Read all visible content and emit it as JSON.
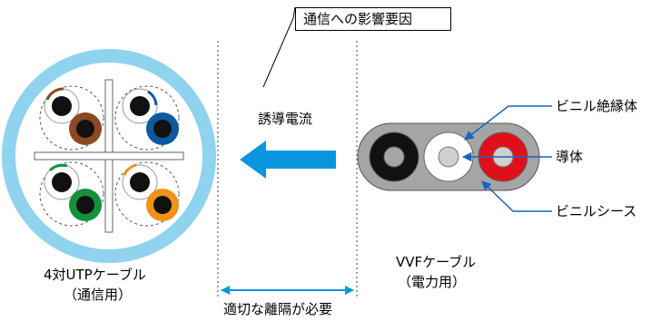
{
  "colors": {
    "jacket": "#8fd3ee",
    "conductor_white": "#ffffff",
    "conductor_brown": "#8b4a22",
    "conductor_blue": "#0b5aa0",
    "conductor_green": "#12913a",
    "conductor_orange": "#f0921a",
    "vvf_sheath": "#a5a5a5",
    "vvf_black": "#111111",
    "vvf_red": "#e0101a",
    "arrow": "#0a95e0",
    "leader": "#1a63c0"
  },
  "labels": {
    "interference_factor": "通信への影響要因",
    "induced_current": "誘導電流",
    "insulation": "ビニル絶縁体",
    "conductor": "導体",
    "sheath": "ビニルシース",
    "utp_name": "4対UTPケーブル",
    "utp_use": "（通信用）",
    "vvf_name": "VVFケーブル",
    "vvf_use": "（電力用）",
    "separation": "適切な離隔が必要"
  }
}
